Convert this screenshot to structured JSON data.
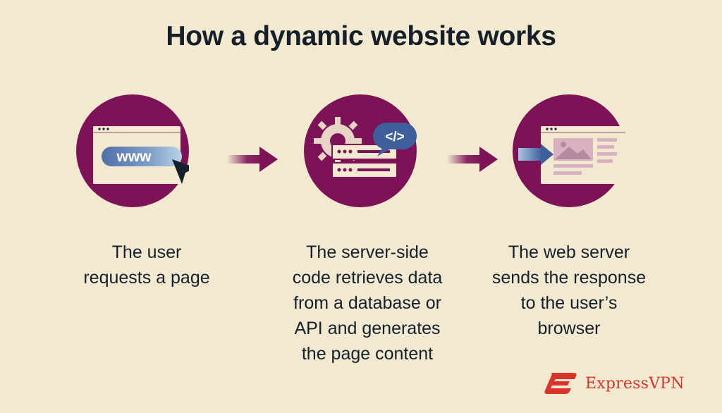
{
  "title": "How a dynamic website works",
  "steps": [
    {
      "icon": "browser-www-cursor-icon",
      "url_text": "www",
      "caption": "The user\nrequests a page"
    },
    {
      "icon": "server-gear-code-icon",
      "code_text": "</>",
      "caption": "The server-side\ncode retrieves data\nfrom a database or\nAPI and generates\nthe page content"
    },
    {
      "icon": "browser-response-icon",
      "caption": "The web server\nsends the response\nto the user’s\nbrowser"
    }
  ],
  "brand": {
    "name": "ExpressVPN",
    "icon": "expressvpn-logo-icon"
  },
  "colors": {
    "background": "#f2e9d0",
    "circle": "#7d1257",
    "text": "#15202b",
    "icon_fill": "#f2e9d0",
    "accent_blue": "#3f5f9a",
    "brand": "#d9342b"
  }
}
